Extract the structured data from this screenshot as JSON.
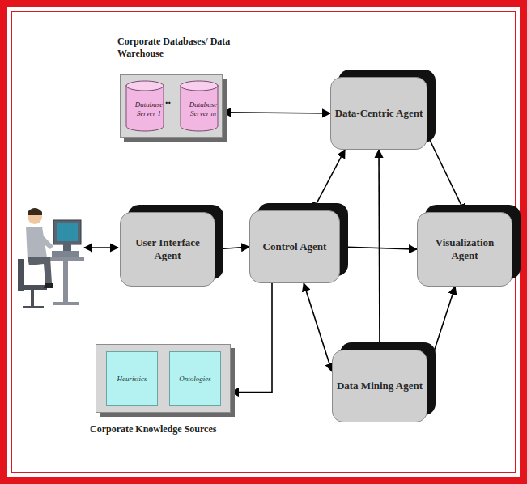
{
  "diagram": {
    "nodes": [
      {
        "text": [
          "Corporate Databases/ Data Warehouse"
        ]
      },
      {
        "text": [
          "Database Server 1"
        ],
        "in": 0
      },
      {
        "text": [
          "Database Server m"
        ],
        "in": 0
      },
      {
        "text": [
          "Data-Centric Agent"
        ]
      },
      {
        "text": [
          "User Interface Agent"
        ]
      },
      {
        "text": [
          "Control Agent"
        ]
      },
      {
        "text": [
          "Visualization Agent"
        ]
      },
      {
        "text": [
          "Corporate Knowledge Sources"
        ]
      },
      {
        "text": [
          "Heuristics"
        ],
        "in": 7
      },
      {
        "text": [
          "Ontologies"
        ],
        "in": 7
      },
      {
        "text": [
          "Data Mining Agent"
        ]
      }
    ],
    "edges": [
      {
        "from": 0,
        "to": 3,
        "arrow": "both"
      },
      {
        "from": 3,
        "to": 5,
        "arrow": "both"
      },
      {
        "from": 3,
        "to": 6,
        "arrow": "to"
      },
      {
        "from": 3,
        "to": 10,
        "arrow": "both"
      },
      {
        "from": 4,
        "to": 5,
        "arrow": "both"
      },
      {
        "from": 5,
        "to": 6,
        "arrow": "both"
      },
      {
        "from": 5,
        "to": 7,
        "arrow": "to"
      },
      {
        "from": 5,
        "to": 10,
        "arrow": "both"
      },
      {
        "from": 10,
        "to": 6,
        "arrow": "to"
      }
    ],
    "labels": [
      ".."
    ]
  }
}
